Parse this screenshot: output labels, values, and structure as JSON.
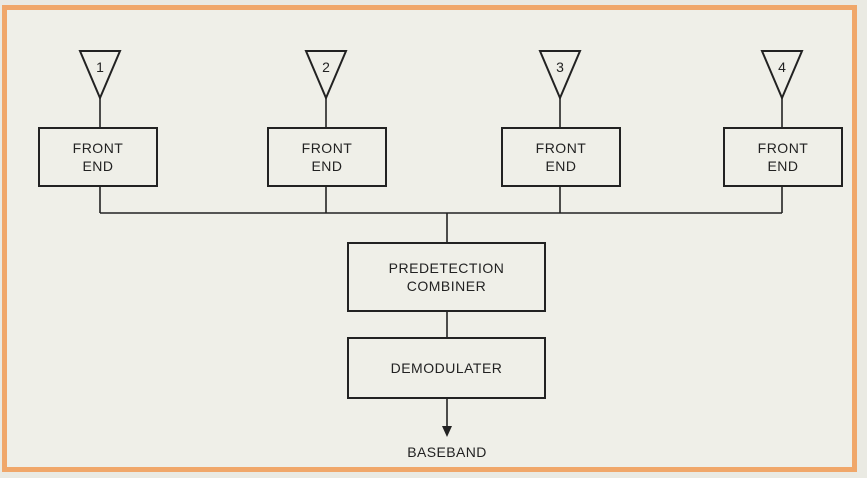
{
  "diagram": {
    "antennas": [
      {
        "label": "1"
      },
      {
        "label": "2"
      },
      {
        "label": "3"
      },
      {
        "label": "4"
      }
    ],
    "front_end_label": "FRONT\nEND",
    "combiner_label": "PREDETECTION\nCOMBINER",
    "demodulator_label": "DEMODULATER",
    "output_label": "BASEBAND",
    "colors": {
      "border": "#f0a76a",
      "background": "#efefe8",
      "lines": "#222222"
    }
  }
}
